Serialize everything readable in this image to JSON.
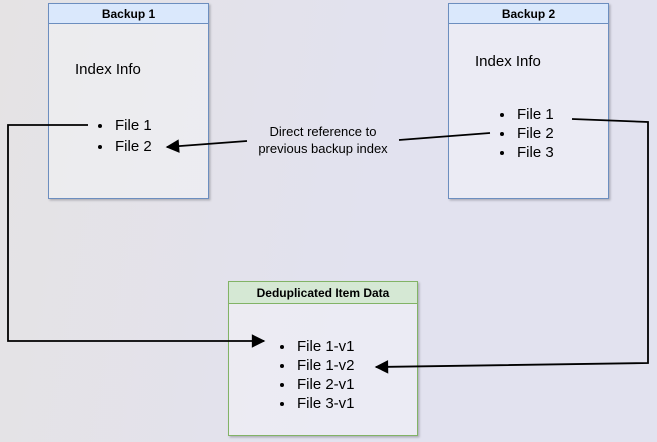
{
  "colors": {
    "blue_fill": "#dae8fc",
    "blue_border": "#6c8ebf",
    "green_fill": "#d5e8d4",
    "green_border": "#82b366",
    "arrow": "#000000"
  },
  "backup1": {
    "title": "Backup 1",
    "label": "Index Info",
    "items": [
      "File 1",
      "File 2"
    ]
  },
  "backup2": {
    "title": "Backup 2",
    "label": "Index Info",
    "items": [
      "File 1",
      "File 2",
      "File 3"
    ]
  },
  "dedup": {
    "title": "Deduplicated Item Data",
    "items": [
      "File 1-v1",
      "File 1-v2",
      "File 2-v1",
      "File 3-v1"
    ]
  },
  "annotation": {
    "line1": "Direct reference to",
    "line2": "previous backup index"
  }
}
